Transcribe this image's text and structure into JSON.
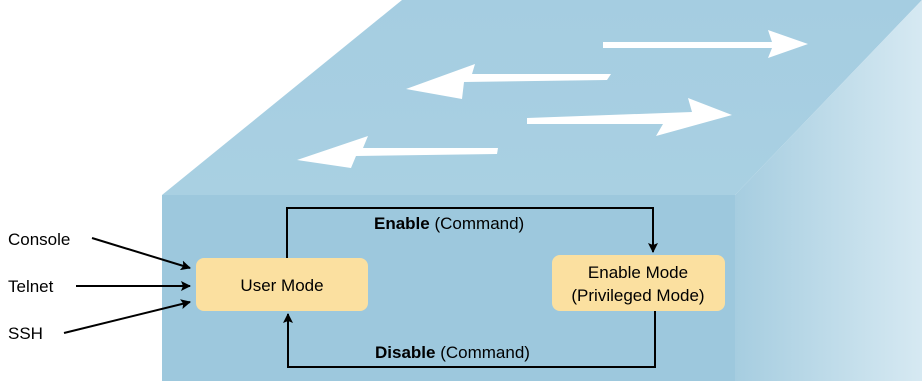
{
  "connections": {
    "console": "Console",
    "telnet": "Telnet",
    "ssh": "SSH"
  },
  "modes": {
    "user": "User Mode",
    "enable_line1": "Enable Mode",
    "enable_line2": "(Privileged Mode)"
  },
  "commands": {
    "enable_bold": "Enable",
    "enable_rest": " (Command)",
    "disable_bold": "Disable",
    "disable_rest": " (Command)"
  },
  "colors": {
    "switch_top": "#a8cfe0",
    "switch_front": "#9cc7dc",
    "switch_side": "#b0d4e5",
    "mode_box": "#fbe0a0",
    "arrows": "#000000",
    "switch_arrows": "#ffffff"
  }
}
